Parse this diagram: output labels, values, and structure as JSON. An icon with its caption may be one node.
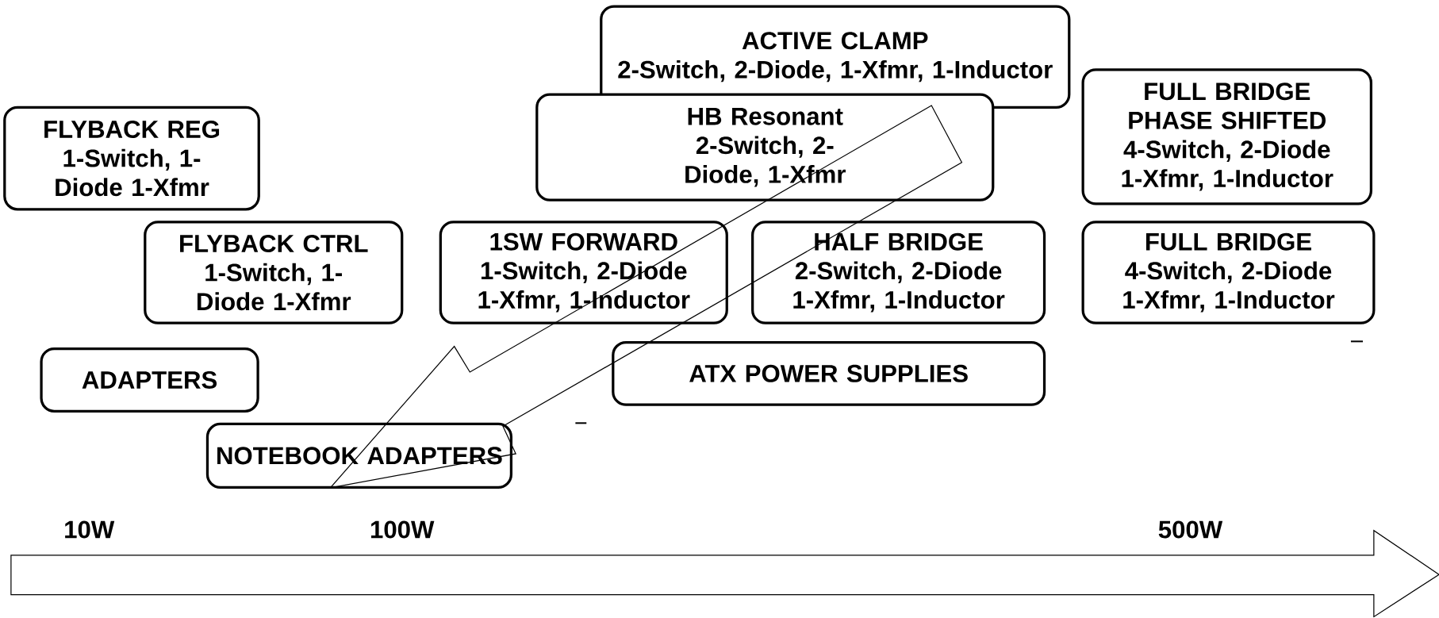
{
  "diagram": {
    "nodes": [
      {
        "text": [
          "ACTIVE CLAMP",
          "2-Switch, 2-Diode, 1-Xfmr, 1-Inductor"
        ]
      },
      {
        "text": [
          "HB Resonant",
          "2-Switch, 2-Diode, 1-Xfmr"
        ]
      },
      {
        "text": [
          "FLYBACK REG",
          "1-Switch, 1-Diode 1-Xfmr"
        ]
      },
      {
        "text": [
          "FULL BRIDGE PHASE SHIFTED",
          "4-Switch, 2-Diode 1-Xfmr, 1-Inductor"
        ]
      },
      {
        "text": [
          "FLYBACK CTRL",
          "1-Switch, 1-Diode 1-Xfmr"
        ]
      },
      {
        "text": [
          "1SW FORWARD",
          "1-Switch, 2-Diode 1-Xfmr, 1-Inductor"
        ]
      },
      {
        "text": [
          "HALF BRIDGE",
          "2-Switch, 2-Diode 1-Xfmr, 1-Inductor"
        ]
      },
      {
        "text": [
          "FULL BRIDGE",
          "4-Switch, 2-Diode 1-Xfmr, 1-Inductor"
        ]
      },
      {
        "text": [
          "ADAPTERS"
        ]
      },
      {
        "text": [
          "ATX POWER SUPPLIES"
        ]
      },
      {
        "text": [
          "NOTEBOOK ADAPTERS"
        ]
      }
    ],
    "edges": [
      {
        "from": 1,
        "to": 10,
        "arrow": "to"
      }
    ],
    "labels": [
      "10W",
      "100W",
      "500W"
    ]
  }
}
